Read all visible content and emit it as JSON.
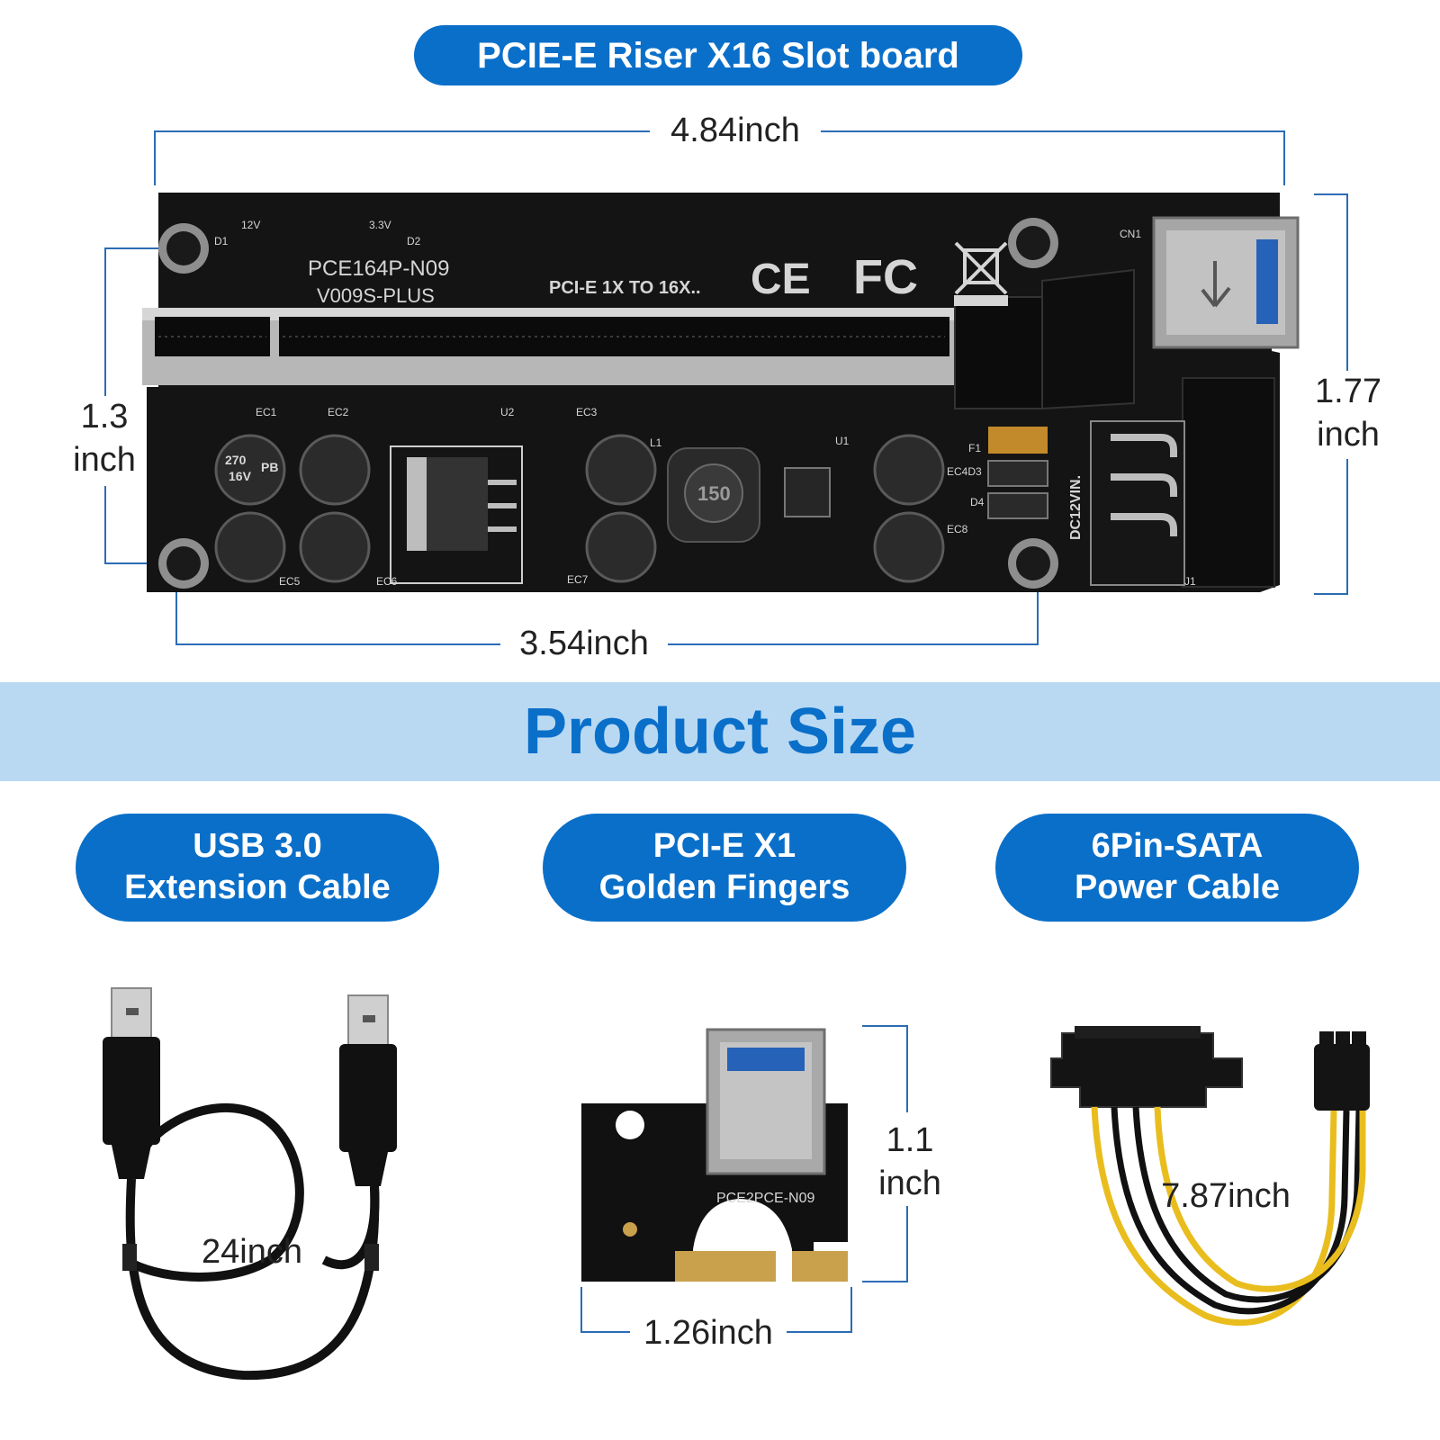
{
  "header": {
    "title": "PCIE-E Riser X16 Slot board"
  },
  "board": {
    "width_label": "4.84inch",
    "height_label_line1": "1.77",
    "height_label_line2": "inch",
    "hole_spacing_v_line1": "1.3",
    "hole_spacing_v_line2": "inch",
    "hole_spacing_h": "3.54inch",
    "silkscreen": {
      "model": "PCE164P-N09",
      "version": "V009S-PLUS",
      "slogan": "PCI-E 1X TO 16X..",
      "ce": "CE",
      "fc": "FC",
      "v12": "12V",
      "v33": "3.3V",
      "d1": "D1",
      "d2": "D2",
      "cn1": "CN1",
      "dc": "DC12VIN.",
      "cap_line1": "270",
      "cap_line2": "16V",
      "cap_line3": "PB",
      "inductor": "150",
      "ec1": "EC1",
      "ec2": "EC2",
      "ec3": "EC3",
      "ec5": "EC5",
      "ec6": "EC6",
      "ec7": "EC7",
      "ec8": "EC8",
      "u1": "U1",
      "u2": "U2",
      "l1": "L1",
      "j1": "J1",
      "f1": "F1",
      "d4": "D4",
      "ec4d3": "EC4D3"
    }
  },
  "banner": {
    "title": "Product Size"
  },
  "accessories": [
    {
      "line1": "USB 3.0",
      "line2": "Extension Cable",
      "dimension": "24inch"
    },
    {
      "line1": "PCI-E X1",
      "line2": "Golden Fingers",
      "dimension_w": "1.26inch",
      "dimension_h_line1": "1.1",
      "dimension_h_line2": "inch",
      "silkscreen": "PCE2PCE-N09"
    },
    {
      "line1": "6Pin-SATA",
      "line2": "Power Cable",
      "dimension": "7.87inch"
    }
  ],
  "colors": {
    "accent": "#0a6fc9",
    "banner_bg": "#b9d9f3",
    "board": "#141414",
    "dimension_line": "#2b6cb5"
  }
}
